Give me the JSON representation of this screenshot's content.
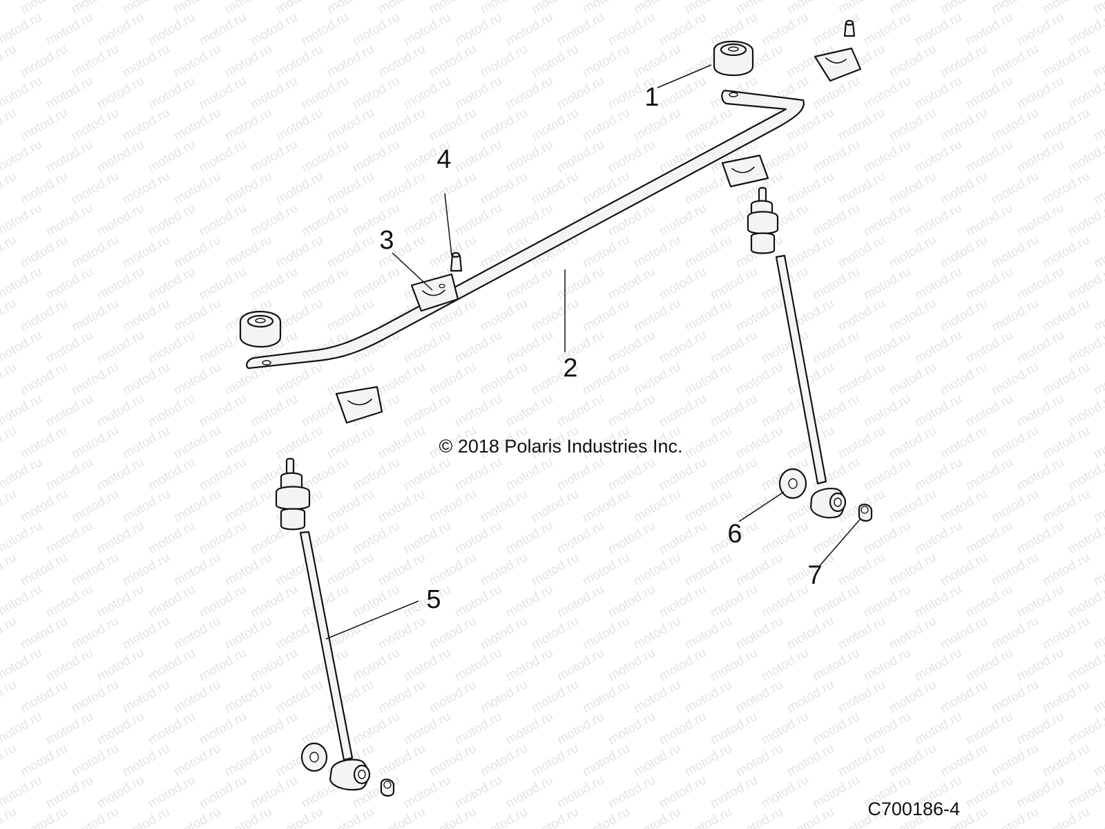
{
  "watermark": "motod.ru",
  "copyright": "© 2018 Polaris Industries Inc.",
  "figure_id": "C700186-4",
  "callouts": [
    "1",
    "2",
    "3",
    "4",
    "5",
    "6",
    "7"
  ]
}
